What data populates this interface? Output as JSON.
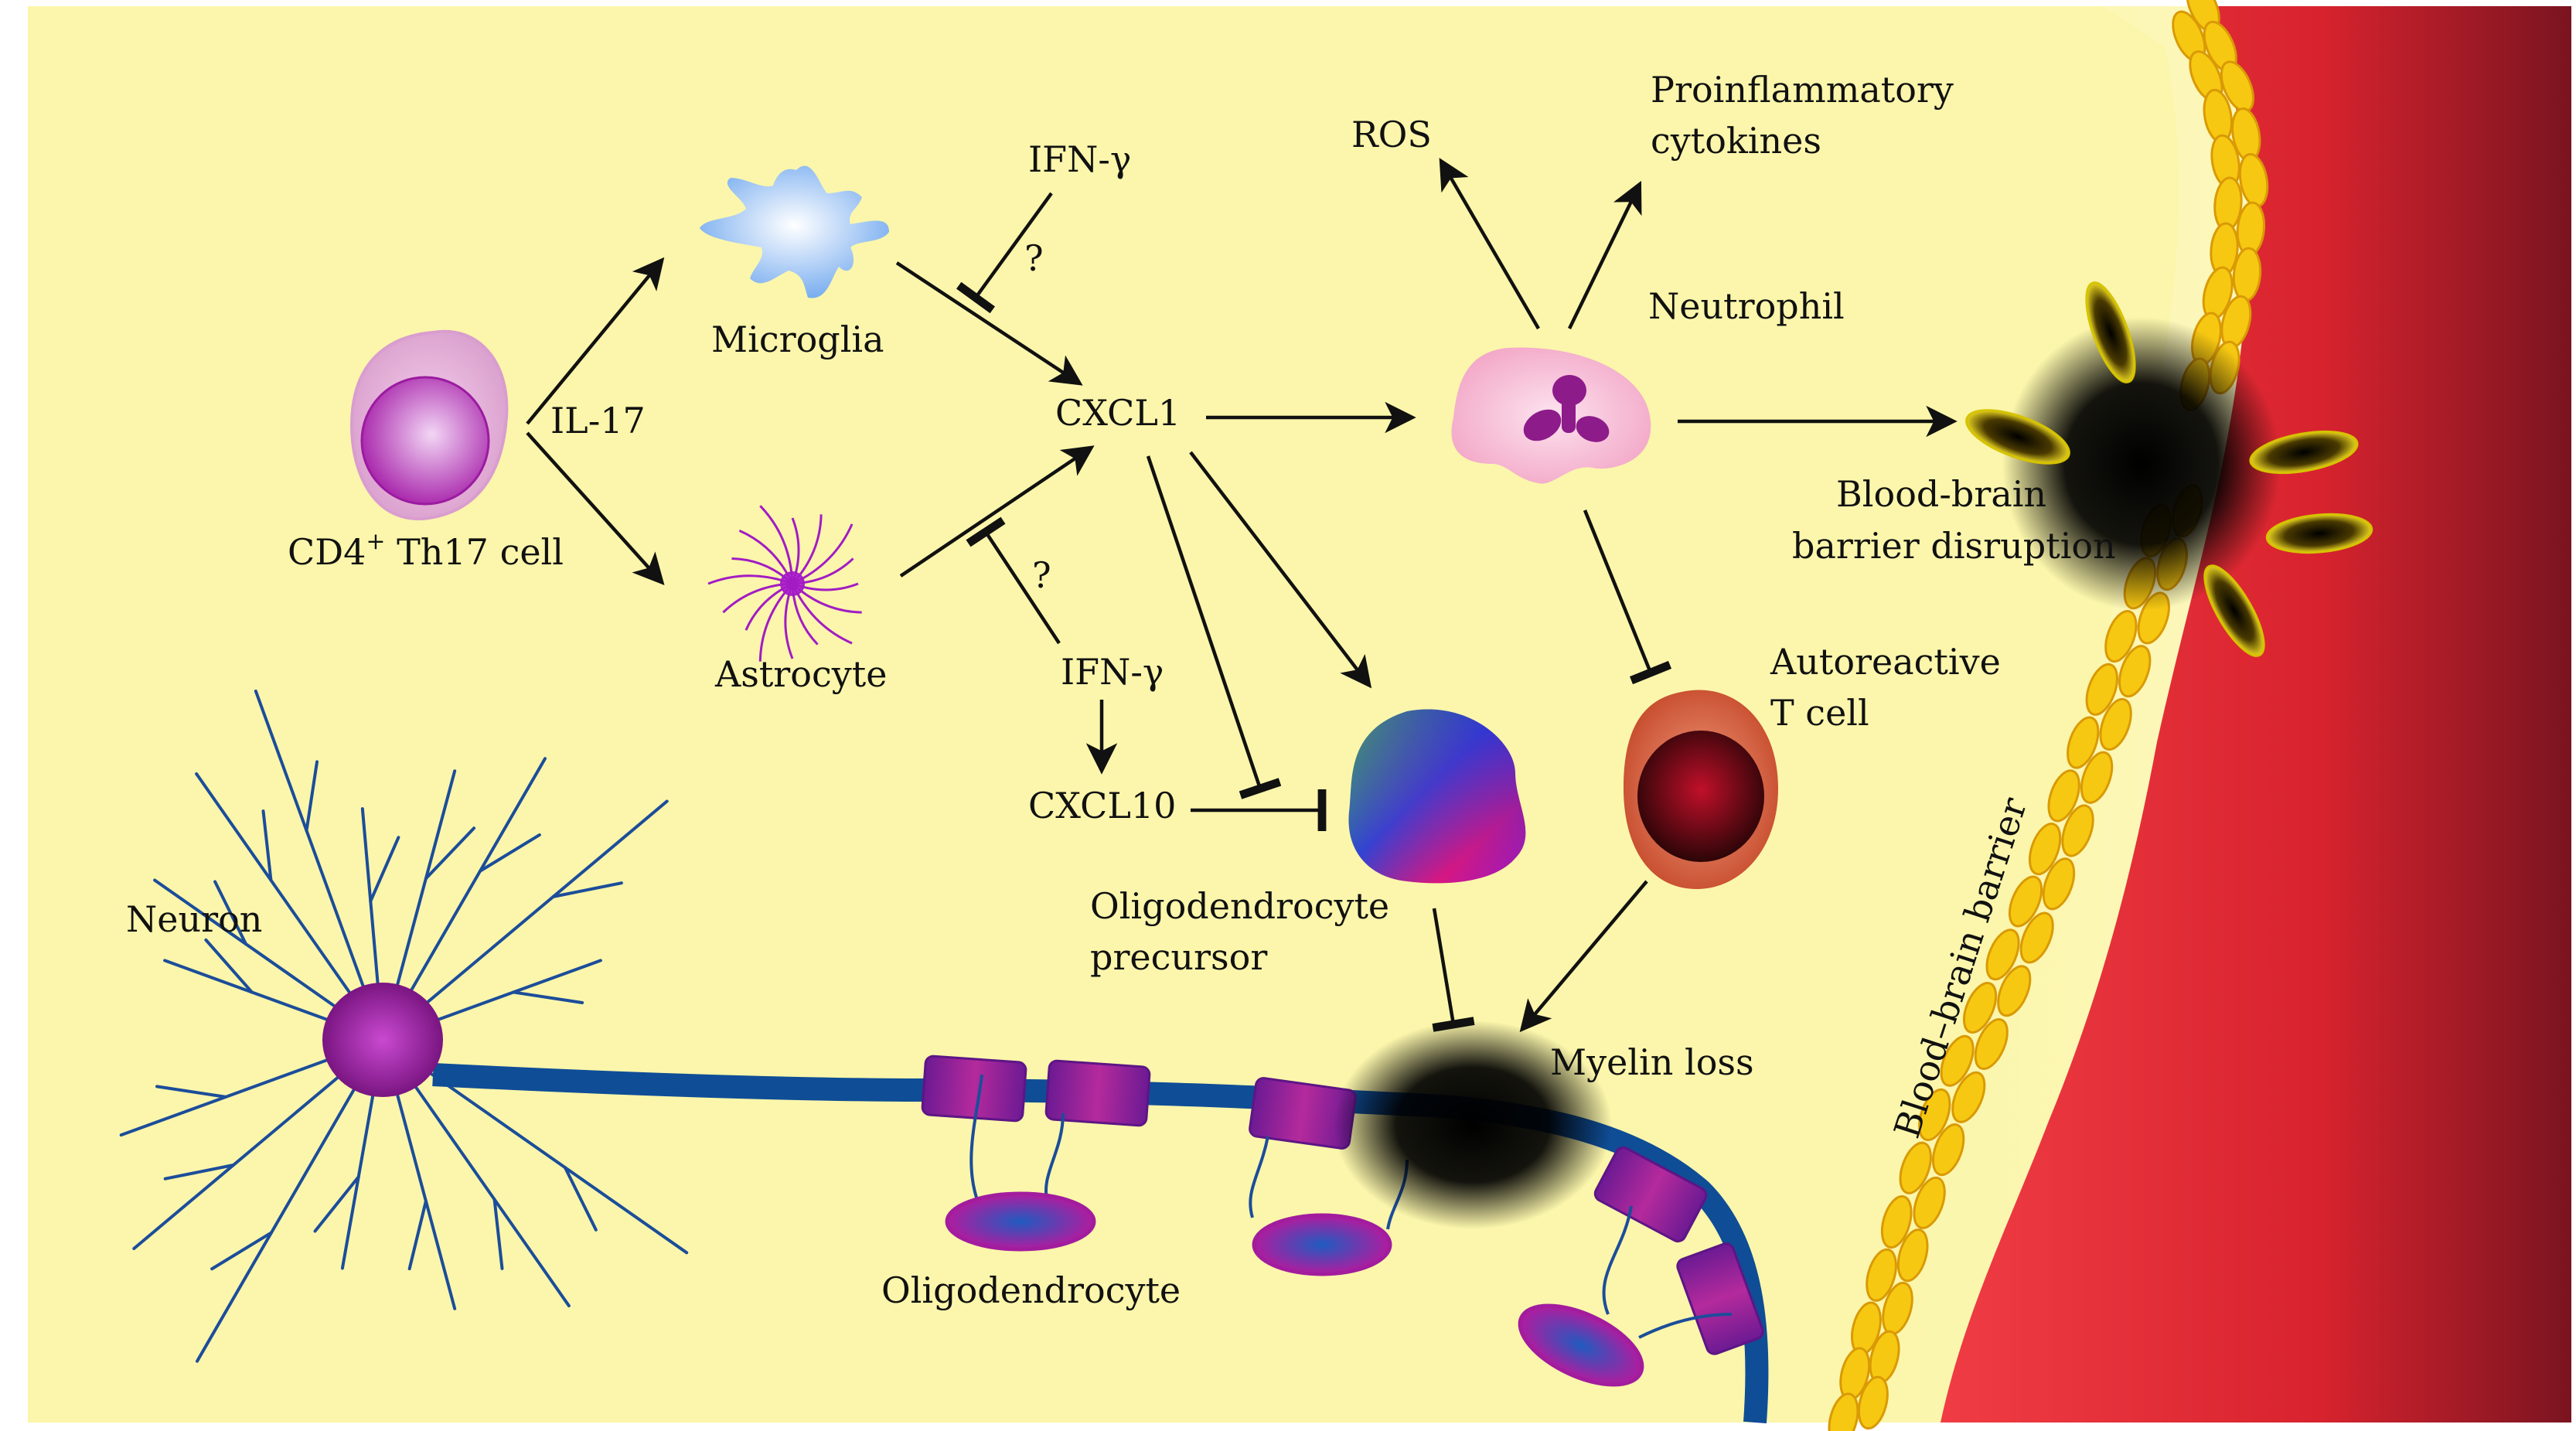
{
  "labels": {
    "cd4_prefix": "CD4",
    "cd4_sup": "+",
    "cd4_suffix": " Th17 cell",
    "il17": "IL-17",
    "microglia": "Microglia",
    "astrocyte": "Astrocyte",
    "ifn_top": "IFN-γ",
    "question_top": "?",
    "question_bottom": "?",
    "ifn_bottom": "IFN-γ",
    "cxcl1": "CXCL1",
    "cxcl10": "CXCL10",
    "ros": "ROS",
    "proinflammatory_line1": "Proinflammatory",
    "proinflammatory_line2": "cytokines",
    "neutrophil": "Neutrophil",
    "bbb_disruption_line1": "Blood-brain",
    "bbb_disruption_line2": "barrier disruption",
    "autoreactive_line1": "Autoreactive",
    "autoreactive_line2": "T cell",
    "opc_line1": "Oligodendrocyte",
    "opc_line2": "precursor",
    "neuron": "Neuron",
    "myelin_loss": "Myelin loss",
    "oligodendrocyte": "Oligodendrocyte",
    "bbb_vertical": "Blood–brain barrier"
  },
  "colors": {
    "background": "#fbf6ab",
    "blood_vessel": "#e8323a",
    "barrier_cells": "#f5c511",
    "axon": "#0f4d96",
    "myelin": "#8b1f8f",
    "neuron": "#9a1c9c"
  }
}
